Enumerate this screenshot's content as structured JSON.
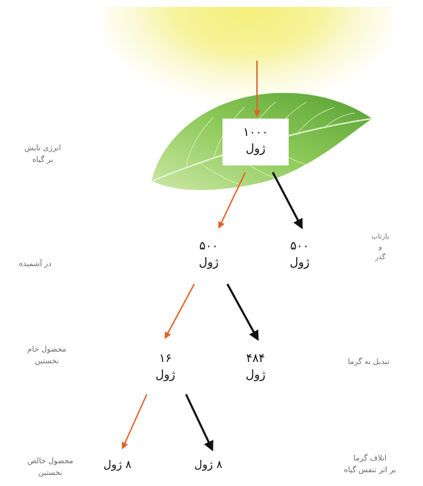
{
  "left_labels": {
    "incident_energy": [
      "انرژی تابش",
      "بر گیاه"
    ],
    "photosynthesis": "در آشمیده",
    "gross_production": [
      "محصول خام",
      "نخستین"
    ],
    "net_production": [
      "محصول خالص",
      "نخستین"
    ]
  },
  "right_labels": {
    "reflected": [
      "بازتاب",
      "و",
      "گذر"
    ],
    "to_heat": "تبدیل به گرما",
    "respiration_loss": [
      "اتلاف گرما",
      "بر اثر تنفس گیاه"
    ]
  },
  "nodes": {
    "top": {
      "value": "۱۰۰۰",
      "unit": "ژول"
    },
    "mid_left": {
      "value": "۵۰۰",
      "unit": "ژول"
    },
    "mid_right": {
      "value": "۵۰۰",
      "unit": "ژول"
    },
    "low_left": {
      "value": "۱۶",
      "unit": "ژول"
    },
    "low_right": {
      "value": "۴۸۴",
      "unit": "ژول"
    },
    "bottom_left": "۸ ژول",
    "bottom_right": "۸ ژول"
  },
  "colors": {
    "orange_arrow": "#e2622b",
    "black_arrow": "#111111",
    "leaf": "#7fc24a",
    "sun": "#f3f07a"
  }
}
